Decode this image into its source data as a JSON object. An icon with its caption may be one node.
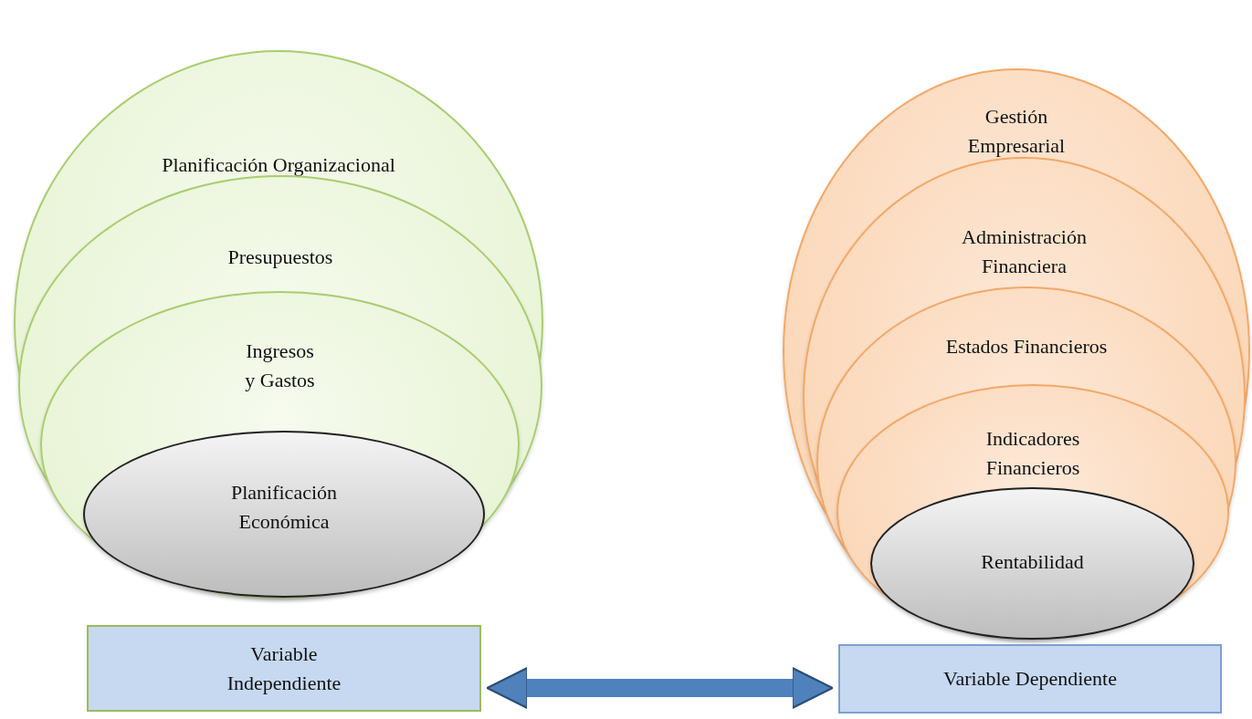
{
  "diagram": {
    "nodes": [
      {
        "text": [
          "Planificación Organizacional"
        ]
      },
      {
        "text": [
          "Presupuestos"
        ],
        "in": 0
      },
      {
        "text": [
          "Ingresos y Gastos"
        ],
        "in": 1
      },
      {
        "text": [
          "Planificación Económica"
        ],
        "in": 2
      },
      {
        "text": [
          "Variable Independiente"
        ]
      },
      {
        "text": [
          "Gestión Empresarial"
        ]
      },
      {
        "text": [
          "Administración Financiera"
        ],
        "in": 5
      },
      {
        "text": [
          "Estados Financieros"
        ],
        "in": 6
      },
      {
        "text": [
          "Indicadores Financieros"
        ],
        "in": 7
      },
      {
        "text": [
          "Rentabilidad"
        ],
        "in": 8
      },
      {
        "text": [
          "Variable Dependiente"
        ]
      }
    ],
    "edges": [
      {
        "from": 4,
        "to": 10,
        "arrow": "both"
      }
    ]
  }
}
